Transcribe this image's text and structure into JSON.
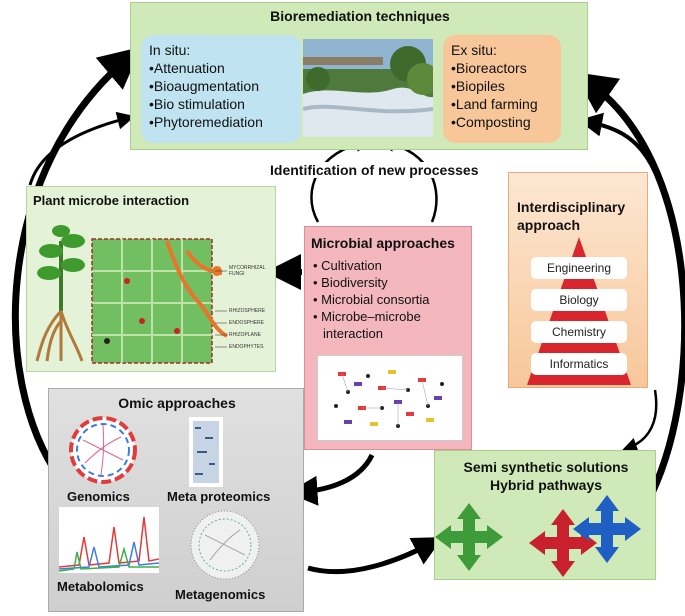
{
  "bioremediation": {
    "title": "Bioremediation techniques",
    "in_situ": {
      "heading": "In situ:",
      "items": [
        "•Attenuation",
        "•Bioaugmentation",
        "•Bio stimulation",
        "•Phytoremediation"
      ]
    },
    "ex_situ": {
      "heading": "Ex situ:",
      "items": [
        "•Bioreactors",
        "•Biopiles",
        "•Land farming",
        "•Composting"
      ]
    }
  },
  "identification": "Identification of new processes",
  "plant_microbe": {
    "title": "Plant microbe interaction",
    "labels": [
      "MYCORRHIZAL FUNGI",
      "RHIZOSPHERE",
      "ENDOSPHERE",
      "RHIZOPLANE",
      "ENDOPHYTES"
    ]
  },
  "microbial": {
    "title": "Microbial approaches",
    "items": [
      "• Cultivation",
      "• Biodiversity",
      "• Microbial consortia",
      "• Microbe–microbe",
      "interaction"
    ]
  },
  "interdisciplinary": {
    "title_line1": "Interdisciplinary",
    "title_line2": "approach",
    "items": [
      "Engineering",
      "Biology",
      "Chemistry",
      "Informatics"
    ]
  },
  "omic": {
    "title": "Omic approaches",
    "genomics": "Genomics",
    "meta_proteomics": "Meta proteomics",
    "metabolomics": "Metabolomics",
    "metagenomics": "Metagenomics"
  },
  "semi": {
    "line1": "Semi synthetic solutions",
    "line2": "Hybrid pathways"
  },
  "colors": {
    "green_box": "#cfe9b8",
    "blue_box": "#bfe3f0",
    "peach_box": "#f7c79a",
    "pink_box": "#f3b7bd",
    "plant_bg": "#7cc26a",
    "orange": "#e8752a",
    "red_pyramid": "#d9252e"
  }
}
